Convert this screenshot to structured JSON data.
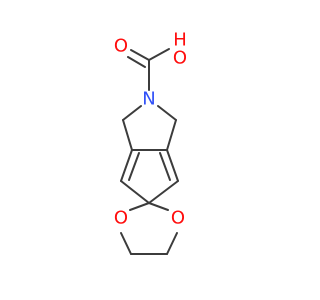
{
  "molecule": {
    "atoms": {
      "carboxyl_oxygen_hydroxyl": {
        "symbol": "O",
        "hydrogen": "H",
        "color": "#ff0d0d"
      },
      "carboxyl_oxygen_carbonyl": {
        "symbol": "O",
        "color": "#ff0d0d"
      },
      "ring_nitrogen": {
        "symbol": "N",
        "color": "#3050f8"
      },
      "ketal_oxygen_left": {
        "symbol": "O",
        "color": "#ff0d0d"
      },
      "ketal_oxygen_right": {
        "symbol": "O",
        "color": "#ff0d0d"
      }
    },
    "bond_color": "#3c3c3c"
  }
}
